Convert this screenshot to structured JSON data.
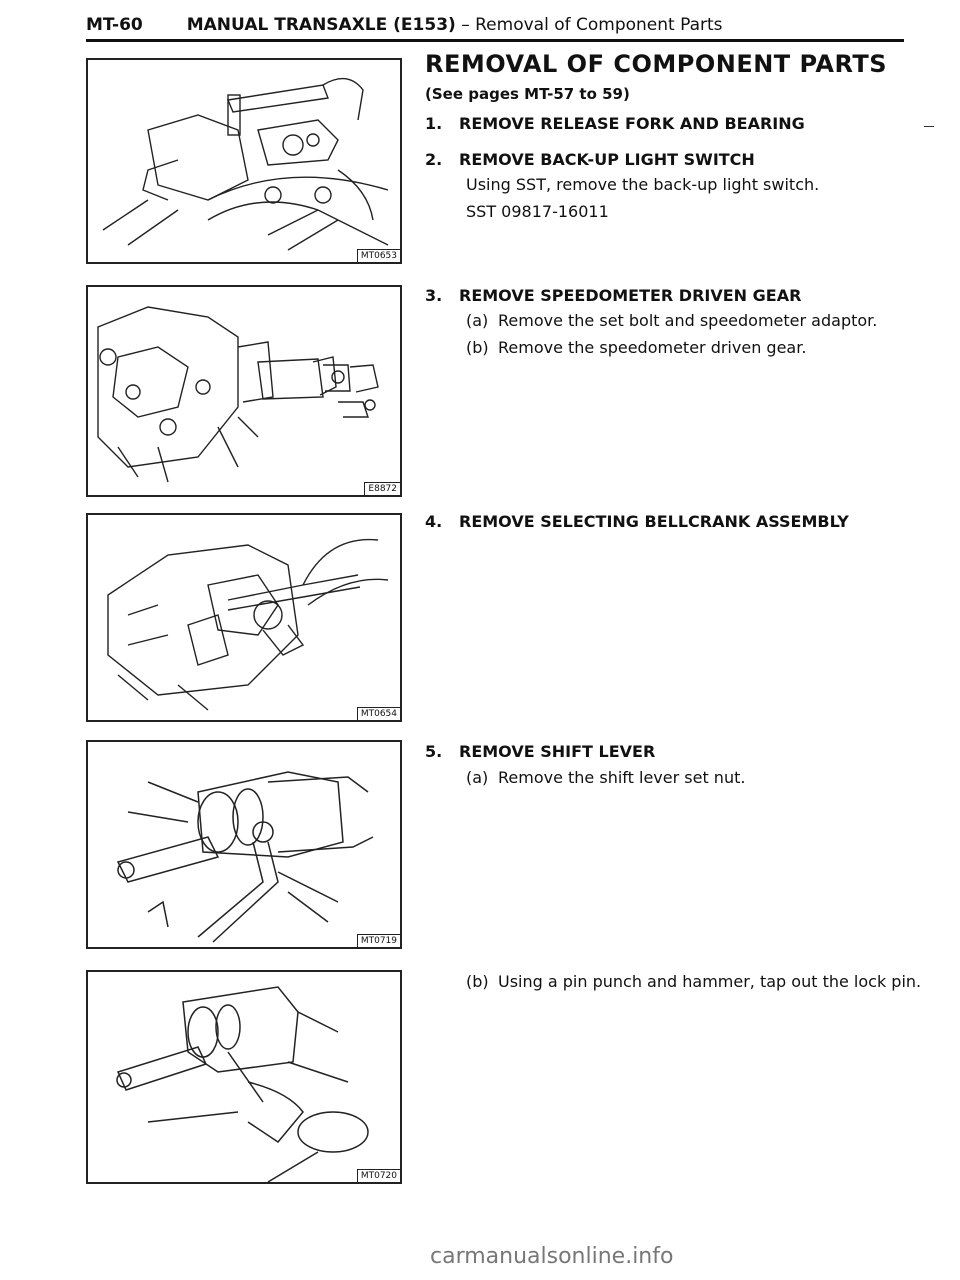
{
  "header": {
    "code": "MT-60",
    "title_bold": "MANUAL TRANSAXLE (E153)",
    "title_rest": " – Removal of Component Parts"
  },
  "section": {
    "title": "REMOVAL OF COMPONENT PARTS",
    "subtitle": "(See pages MT-57 to 59)"
  },
  "steps": [
    {
      "num": "1.",
      "title": "REMOVE RELEASE FORK AND BEARING"
    },
    {
      "num": "2.",
      "title": "REMOVE BACK-UP LIGHT SWITCH",
      "lines": [
        "Using SST, remove the back-up light switch.",
        "SST 09817-16011"
      ]
    },
    {
      "num": "3.",
      "title": "REMOVE SPEEDOMETER DRIVEN GEAR",
      "subs": [
        {
          "label": "(a)",
          "text": "Remove the set bolt and speedometer adaptor."
        },
        {
          "label": "(b)",
          "text": "Remove the speedometer driven gear."
        }
      ]
    },
    {
      "num": "4.",
      "title": "REMOVE SELECTING BELLCRANK ASSEMBLY"
    },
    {
      "num": "5.",
      "title": "REMOVE SHIFT LEVER",
      "subs": [
        {
          "label": "(a)",
          "text": "Remove the shift lever set nut."
        },
        {
          "label": "(b)",
          "text": "Using a pin punch and hammer, tap out the lock pin."
        }
      ]
    }
  ],
  "figures": [
    {
      "code": "MT0653"
    },
    {
      "code": "E8872"
    },
    {
      "code": "MT0654"
    },
    {
      "code": "MT0719"
    },
    {
      "code": "MT0720"
    }
  ],
  "watermark": "carmanualsonline.info"
}
